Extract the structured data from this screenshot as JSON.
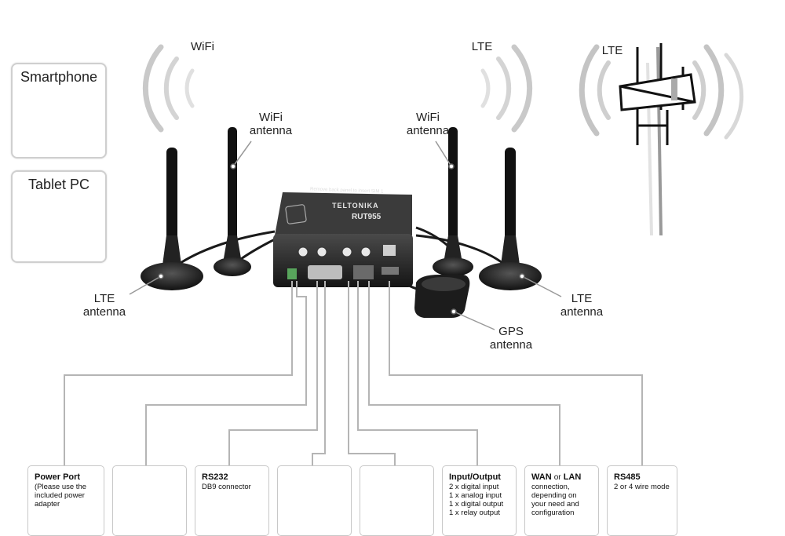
{
  "devices": {
    "smartphone": "Smartphone",
    "tablet": "Tablet PC"
  },
  "signal_labels": {
    "wifi": "WiFi",
    "lte_router": "LTE",
    "lte_tower": "LTE"
  },
  "antenna_labels": {
    "wifi_left": [
      "WiFi",
      "antenna"
    ],
    "wifi_right": [
      "WiFi",
      "antenna"
    ],
    "lte_left": [
      "LTE",
      "antenna"
    ],
    "lte_right": [
      "LTE",
      "antenna"
    ],
    "gps": [
      "GPS",
      "antenna"
    ]
  },
  "router": {
    "brand": "TELTONIKA",
    "model": "RUT955",
    "top_note": "Remove back panel to insert SIM 1"
  },
  "ports": [
    {
      "title": "Power Port",
      "lines": [
        "(Please use the",
        "included power",
        "adapter"
      ]
    },
    {
      "title": "",
      "lines": []
    },
    {
      "title": "RS232",
      "lines": [
        "DB9 connector"
      ]
    },
    {
      "title": "",
      "lines": []
    },
    {
      "title": "",
      "lines": []
    },
    {
      "title": "Input/Output",
      "lines": [
        "2 x digital input",
        "1 x analog input",
        "1 x digital output",
        "1 x relay output"
      ]
    },
    {
      "title_main": "WAN",
      "title_or": "or",
      "title_end": "LAN",
      "lines": [
        "connection,",
        "depending on",
        "your need and",
        "configuration"
      ]
    },
    {
      "title": "RS485",
      "lines": [
        "2 or 4 wire mode"
      ]
    }
  ],
  "colors": {
    "line": "#b5b5b5",
    "router_body": "#2a2a2a",
    "antenna": "#1a1a1a",
    "card_border": "#cfcfcf"
  }
}
